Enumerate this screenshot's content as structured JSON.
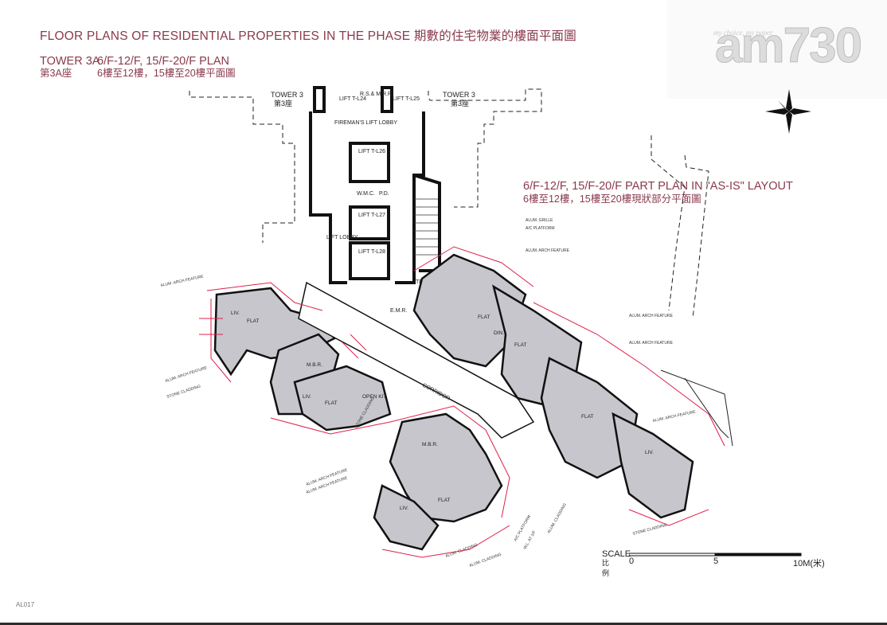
{
  "header": {
    "title": "FLOOR PLANS OF RESIDENTIAL PROPERTIES IN THE PHASE 期數的住宅物業的樓面平面圖"
  },
  "tower": {
    "name_en": "TOWER 3A",
    "plan_en": "6/F-12/F, 15/F-20/F PLAN",
    "name_zh": "第3A座",
    "plan_zh": "6樓至12樓，15樓至20樓平面圖"
  },
  "part_plan": {
    "en": "6/F-12/F, 15/F-20/F PART PLAN IN \"AS-IS\" LAYOUT",
    "zh": "6樓至12樓，15樓至20樓現狀部分平面圖"
  },
  "logo": {
    "brand": "am730",
    "tagline": "my choice, my paper"
  },
  "plan_labels": {
    "tower3_left_en": "TOWER 3",
    "tower3_left_zh": "第3座",
    "tower3_right_en": "TOWER 3",
    "tower3_right_zh": "第3座",
    "lift_t24": "LIFT T-L24",
    "lift_t25": "LIFT T-L25",
    "rsmrr": "R.S.& M.R.R.",
    "firemans_lobby": "FIREMAN'S LIFT LOBBY",
    "lift_t26": "LIFT T-L26",
    "lift_t27": "LIFT T-L27",
    "lift_t28": "LIFT T-L28",
    "wmc": "W.M.C.",
    "pd": "P.D.",
    "lift_lobby": "LIFT LOBBY",
    "emr": "E.M.R.",
    "corridor": "CORRIDOR",
    "tel": "TEL",
    "flat": "FLAT",
    "liv": "LIV.",
    "din": "DIN.",
    "mbr": "M.B.R.",
    "open_kit": "OPEN KIT.",
    "alum_arch_feature": "ALUM. ARCH FEATURE",
    "alum_cladding": "ALUM. CLADDING",
    "stone_cladding": "STONE CLADDING",
    "ac_platform": "A/C PLATFORM",
    "alum_grille": "ALUM. GRILLE",
    "wall_at_1f": "W.L. AT 1/F"
  },
  "scale": {
    "label_en": "SCALE",
    "label_zh": "比例",
    "tick_0": "0",
    "tick_5": "5",
    "tick_10": "10M(米)"
  },
  "footer": {
    "code": "AL017"
  },
  "colors": {
    "title": "#8a3a4c",
    "dimension_red": "#e0204a",
    "room_fill": "#c6c6cc",
    "wall": "#111111"
  },
  "icons": {
    "north_arrow": "north-arrow-icon"
  }
}
